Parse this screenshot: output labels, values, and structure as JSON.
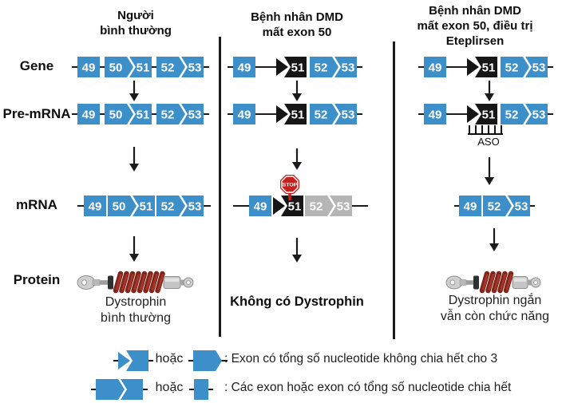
{
  "palette": {
    "blue": "#3d8fca",
    "black": "#161616",
    "gray": "#b5b5b5",
    "stop_red": "#c6211e",
    "spring_red": "#7e241b",
    "spring_red_light": "#a63728",
    "line": "#1c1c1c",
    "exon_text": "#ffffff"
  },
  "headers": {
    "col1": "Người\nbình thường",
    "col2": "Bệnh nhân DMD\nmất exon 50",
    "col3": "Bệnh nhân DMD\nmất exon 50, điều trị\nEteplirsen"
  },
  "row_labels": {
    "gene": "Gene",
    "pre_mrna": "Pre-mRNA",
    "mrna": "mRNA",
    "protein": "Protein"
  },
  "captions": {
    "col1": "Dystrophin\nbình thường",
    "col2": "Không có Dystrophin",
    "col3": "Dystrophin ngắn\nvẫn còn chức năng"
  },
  "stop_sign": "STOP",
  "aso_label": "ASO",
  "legend": {
    "or1": "hoặc",
    "or2": "hoặc",
    "line1": ": Exon có tổng số nucleotide không chia hết cho 3",
    "line2": ": Các exon hoặc exon có tổng số nucleotide chia hết"
  },
  "strips": {
    "col1_gene": {
      "lead": 7,
      "tail": 7,
      "items": [
        {
          "k": "sq",
          "n": "49",
          "c": "blue"
        },
        {
          "k": "gap",
          "w": 6
        },
        {
          "k": "ar",
          "n": "50",
          "c": "blue"
        },
        {
          "k": "gap",
          "w": 3
        },
        {
          "k": "no",
          "n": "51",
          "c": "blue"
        },
        {
          "k": "gap",
          "w": 6
        },
        {
          "k": "ar",
          "n": "52",
          "c": "blue"
        },
        {
          "k": "gap",
          "w": 3
        },
        {
          "k": "no",
          "n": "53",
          "c": "blue"
        }
      ]
    },
    "col1_pre": {
      "lead": 7,
      "tail": 7,
      "items": [
        {
          "k": "sq",
          "n": "49",
          "c": "blue"
        },
        {
          "k": "gap",
          "w": 6
        },
        {
          "k": "ar",
          "n": "50",
          "c": "blue"
        },
        {
          "k": "gap",
          "w": 3
        },
        {
          "k": "no",
          "n": "51",
          "c": "blue"
        },
        {
          "k": "gap",
          "w": 6
        },
        {
          "k": "ar",
          "n": "52",
          "c": "blue"
        },
        {
          "k": "gap",
          "w": 3
        },
        {
          "k": "no",
          "n": "53",
          "c": "blue"
        }
      ]
    },
    "col1_mrna": {
      "lead": 8,
      "tail": 9,
      "items": [
        {
          "k": "sq",
          "n": "49",
          "c": "blue"
        },
        {
          "k": "gap",
          "w": 2
        },
        {
          "k": "ar",
          "n": "50",
          "c": "blue"
        },
        {
          "k": "gap",
          "w": 3
        },
        {
          "k": "no",
          "n": "51",
          "c": "blue"
        },
        {
          "k": "gap",
          "w": 2
        },
        {
          "k": "ar",
          "n": "52",
          "c": "blue"
        },
        {
          "k": "gap",
          "w": 3
        },
        {
          "k": "no",
          "n": "53",
          "c": "blue"
        }
      ]
    },
    "col2_gene": {
      "lead": 7,
      "tail": 7,
      "items": [
        {
          "k": "sq",
          "n": "49",
          "c": "blue"
        },
        {
          "k": "line",
          "w": 26
        },
        {
          "k": "tri",
          "c": "black"
        },
        {
          "k": "no",
          "n": "51",
          "c": "black"
        },
        {
          "k": "gap",
          "w": 4
        },
        {
          "k": "ar",
          "n": "52",
          "c": "blue"
        },
        {
          "k": "gap",
          "w": 3
        },
        {
          "k": "no",
          "n": "53",
          "c": "blue"
        }
      ]
    },
    "col2_pre": {
      "lead": 7,
      "tail": 7,
      "items": [
        {
          "k": "sq",
          "n": "49",
          "c": "blue"
        },
        {
          "k": "line",
          "w": 26
        },
        {
          "k": "tri",
          "c": "black"
        },
        {
          "k": "no",
          "n": "51",
          "c": "black"
        },
        {
          "k": "gap",
          "w": 4
        },
        {
          "k": "ar",
          "n": "52",
          "c": "blue"
        },
        {
          "k": "gap",
          "w": 3
        },
        {
          "k": "no",
          "n": "53",
          "c": "blue"
        }
      ]
    },
    "col2_mrna": {
      "lead": 20,
      "tail": 20,
      "items": [
        {
          "k": "sq",
          "n": "49",
          "c": "blue"
        },
        {
          "k": "gap",
          "w": 2
        },
        {
          "k": "tri",
          "c": "black"
        },
        {
          "k": "no",
          "n": "51",
          "c": "black"
        },
        {
          "k": "gap",
          "w": 2
        },
        {
          "k": "ar",
          "n": "52",
          "c": "gray"
        },
        {
          "k": "gap",
          "w": 3
        },
        {
          "k": "no",
          "n": "53",
          "c": "gray"
        }
      ]
    },
    "col3_gene": {
      "lead": 7,
      "tail": 7,
      "items": [
        {
          "k": "sq",
          "n": "49",
          "c": "blue"
        },
        {
          "k": "line",
          "w": 26
        },
        {
          "k": "tri",
          "c": "black"
        },
        {
          "k": "no",
          "n": "51",
          "c": "black"
        },
        {
          "k": "gap",
          "w": 4
        },
        {
          "k": "ar",
          "n": "52",
          "c": "blue"
        },
        {
          "k": "gap",
          "w": 3
        },
        {
          "k": "no",
          "n": "53",
          "c": "blue"
        }
      ]
    },
    "col3_pre": {
      "lead": 7,
      "tail": 7,
      "items": [
        {
          "k": "sq",
          "n": "49",
          "c": "blue"
        },
        {
          "k": "line",
          "w": 26
        },
        {
          "k": "tri",
          "c": "black"
        },
        {
          "k": "no",
          "n": "51",
          "c": "black"
        },
        {
          "k": "gap",
          "w": 4
        },
        {
          "k": "ar",
          "n": "52",
          "c": "blue"
        },
        {
          "k": "gap",
          "w": 3
        },
        {
          "k": "no",
          "n": "53",
          "c": "blue"
        }
      ]
    },
    "col3_mrna": {
      "lead": 6,
      "tail": 6,
      "items": [
        {
          "k": "sq",
          "n": "49",
          "c": "blue"
        },
        {
          "k": "gap",
          "w": 2
        },
        {
          "k": "ar",
          "n": "52",
          "c": "blue"
        },
        {
          "k": "gap",
          "w": 3
        },
        {
          "k": "no",
          "n": "53",
          "c": "blue"
        }
      ]
    },
    "legend_s1": {
      "lead": 6,
      "tail": 6,
      "items": [
        {
          "k": "tri",
          "c": "blue"
        },
        {
          "k": "no",
          "c": "blue"
        }
      ]
    },
    "legend_s2": {
      "lead": 6,
      "tail": 0,
      "items": [
        {
          "k": "ar",
          "c": "blue"
        },
        {
          "k": "gap",
          "w": 13
        }
      ]
    },
    "legend_s3": {
      "lead": 6,
      "tail": 6,
      "items": [
        {
          "k": "ar",
          "c": "blue"
        },
        {
          "k": "gap",
          "w": 3
        },
        {
          "k": "no",
          "c": "blue"
        }
      ]
    },
    "legend_s4": {
      "lead": 6,
      "tail": 6,
      "items": [
        {
          "k": "sq",
          "c": "blue",
          "w": 18
        }
      ]
    }
  }
}
